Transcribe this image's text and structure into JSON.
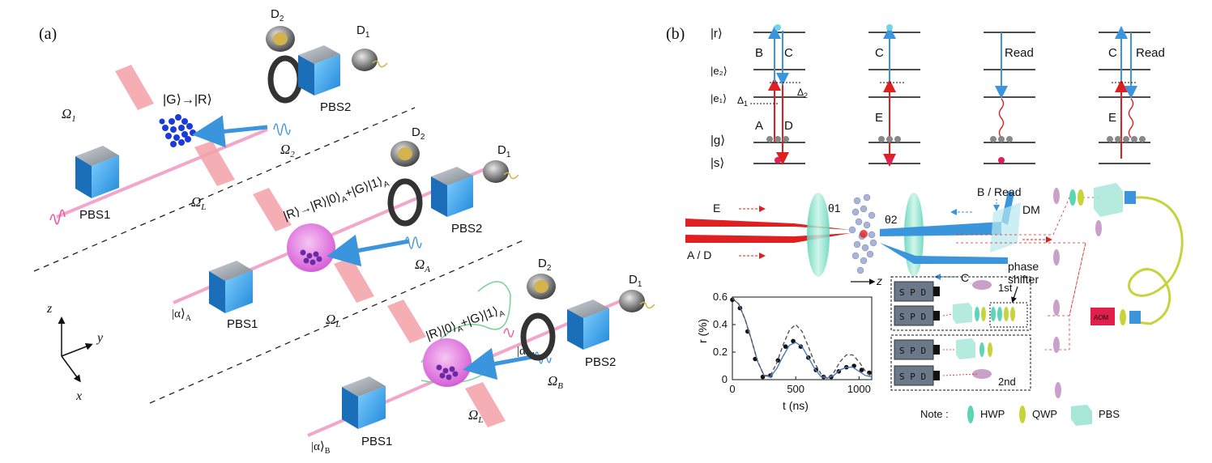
{
  "panel_a": {
    "label": "(a)",
    "setup1": {
      "state_label": "|G⟩→|R⟩",
      "omega1": "Ω",
      "omega1_sub": "1",
      "omega2": "Ω",
      "omega2_sub": "2",
      "omegaL": "Ω",
      "omegaL_sub": "L",
      "pbs1": "PBS1",
      "pbs2": "PBS2",
      "d1": "D",
      "d1_sub": "1",
      "d2": "D",
      "d2_sub": "2"
    },
    "setup2": {
      "state_label": "|R⟩→|R⟩|0⟩",
      "state_sub1": "A",
      "state_mid": "+|G⟩|1⟩",
      "state_sub2": "A",
      "omegaA": "Ω",
      "omegaA_sub": "A",
      "omegaL": "Ω",
      "omegaL_sub": "L",
      "alpha": "|α⟩",
      "alpha_sub": "A",
      "pbs1": "PBS1",
      "pbs2": "PBS2",
      "d1": "D",
      "d1_sub": "1",
      "d2": "D",
      "d2_sub": "2"
    },
    "setup3": {
      "state_label": "|R⟩|0⟩",
      "state_sub1": "A",
      "state_mid": "+|G⟩|1⟩",
      "state_sub2": "A",
      "alphaA": "|α⟩",
      "alphaA_sub": "A",
      "alphaB": "|α⟩",
      "alphaB_sub": "B",
      "omegaB": "Ω",
      "omegaB_sub": "B",
      "omegaL": "Ω",
      "omegaL_sub": "L",
      "pbs1": "PBS1",
      "pbs2": "PBS2",
      "d1": "D",
      "d1_sub": "1",
      "d2": "D",
      "d2_sub": "2"
    },
    "axes": {
      "z": "z",
      "y": "y",
      "x": "x"
    }
  },
  "panel_b": {
    "label": "(b)",
    "levels": {
      "r": "|r⟩",
      "e2": "|e₂⟩",
      "e1": "|e₁⟩",
      "g": "|g⟩",
      "s": "|s⟩"
    },
    "transitions": {
      "B": "B",
      "C": "C",
      "A": "A",
      "D": "D",
      "E": "E",
      "Read": "Read",
      "delta1": "Δ",
      "delta1_sub": "1",
      "delta2": "Δ",
      "delta2_sub": "2"
    },
    "setup": {
      "E": "E",
      "AD": "A / D",
      "theta1": "θ1",
      "theta2": "θ2",
      "B_read": "B / Read",
      "DM": "DM",
      "C": "C",
      "z": "z",
      "phase_shifter": "phase\nshifter",
      "first": "1st",
      "second": "2nd",
      "spd": "S P D",
      "aom": "AOM"
    },
    "legend": {
      "note": "Note :",
      "hwp": "HWP",
      "qwp": "QWP",
      "pbs": "PBS"
    },
    "colors": {
      "pink_beam": "#f2a6cc",
      "blue_beam": "#3a95dc",
      "red_beam": "#e02020",
      "cube": "#3aa6e6",
      "atom_blue": "#1a3adc",
      "sphere": "#e070e0",
      "lens": "#7fe0c8",
      "fiber": "#c8d23a"
    }
  },
  "chart_data": {
    "type": "line",
    "xlabel": "t (ns)",
    "ylabel": "r (%)",
    "xlim": [
      0,
      1100
    ],
    "ylim": [
      0,
      0.6
    ],
    "xticks": [
      "0",
      "500",
      "1000"
    ],
    "yticks": [
      "0",
      "0.2",
      "0.4",
      "0.6"
    ],
    "series": [
      {
        "style": "points",
        "x": [
          0,
          60,
          120,
          180,
          240,
          300,
          360,
          420,
          480,
          540,
          600,
          660,
          720,
          780,
          840,
          900,
          960,
          1020,
          1080
        ],
        "y": [
          0.58,
          0.52,
          0.35,
          0.15,
          0.02,
          0.03,
          0.14,
          0.24,
          0.28,
          0.24,
          0.16,
          0.07,
          0.02,
          0.02,
          0.06,
          0.09,
          0.1,
          0.07,
          0.05
        ]
      },
      {
        "style": "solid",
        "x": [
          0,
          50,
          100,
          150,
          200,
          250,
          300,
          350,
          400,
          450,
          500,
          550,
          600,
          650,
          700,
          750,
          800,
          850,
          900,
          950,
          1000,
          1050,
          1100
        ],
        "y": [
          0.59,
          0.55,
          0.44,
          0.29,
          0.13,
          0.03,
          0.02,
          0.08,
          0.17,
          0.25,
          0.27,
          0.24,
          0.16,
          0.08,
          0.02,
          0.01,
          0.03,
          0.07,
          0.09,
          0.09,
          0.06,
          0.03,
          0.02
        ]
      },
      {
        "style": "dashed",
        "x": [
          0,
          50,
          100,
          150,
          200,
          250,
          300,
          350,
          400,
          450,
          500,
          550,
          600,
          650,
          700,
          750,
          800,
          850,
          900,
          950,
          1000,
          1050,
          1100
        ],
        "y": [
          0.59,
          0.55,
          0.44,
          0.29,
          0.13,
          0.03,
          0.03,
          0.12,
          0.25,
          0.36,
          0.4,
          0.35,
          0.24,
          0.12,
          0.04,
          0.01,
          0.05,
          0.13,
          0.18,
          0.18,
          0.13,
          0.06,
          0.02
        ]
      }
    ]
  }
}
